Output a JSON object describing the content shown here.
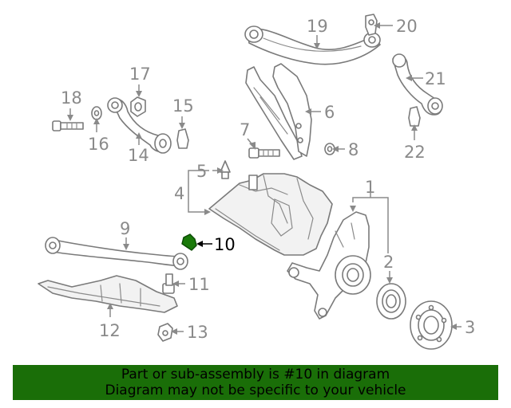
{
  "diagram": {
    "callouts": [
      "1",
      "2",
      "3",
      "4",
      "5",
      "6",
      "7",
      "8",
      "9",
      "10",
      "11",
      "12",
      "13",
      "14",
      "15",
      "16",
      "17",
      "18",
      "19",
      "20",
      "21",
      "22"
    ],
    "highlighted_part": "10",
    "highlight_color": "#1a7a0a",
    "line_color": "#8a8a8a"
  },
  "banner": {
    "line1": "Part or sub-assembly is #10 in diagram",
    "line2": "Diagram may not be specific to your vehicle",
    "background": "#1a6e08"
  }
}
